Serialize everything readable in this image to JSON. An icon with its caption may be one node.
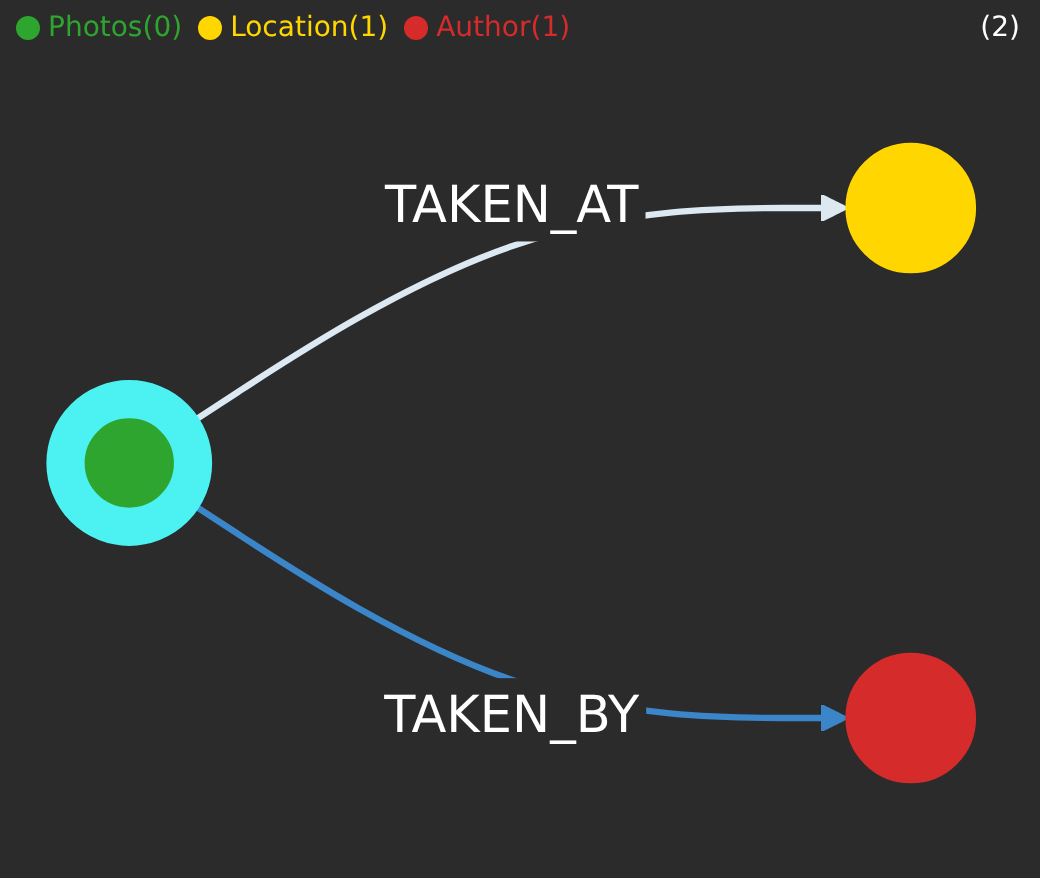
{
  "diagram": {
    "nodes": [
      {
        "text": [],
        "shape": "circle"
      },
      {
        "text": [],
        "shape": "circle"
      },
      {
        "text": [],
        "shape": "circle"
      }
    ],
    "edges": [
      {
        "from": 0,
        "to": 1,
        "arrow": "to",
        "label": "TAKEN_AT",
        "color": "#dce9f2"
      },
      {
        "from": 0,
        "to": 2,
        "arrow": "to",
        "label": "TAKEN_BY",
        "color": "#3b86c8"
      }
    ],
    "labels": [
      "(2)"
    ],
    "legend": [
      {
        "text": "Photos(0)",
        "color": "#2ea52e"
      },
      {
        "text": "Location(1)",
        "color": "#ffd600"
      },
      {
        "text": "Author(1)",
        "color": "#d62b2b"
      }
    ]
  }
}
